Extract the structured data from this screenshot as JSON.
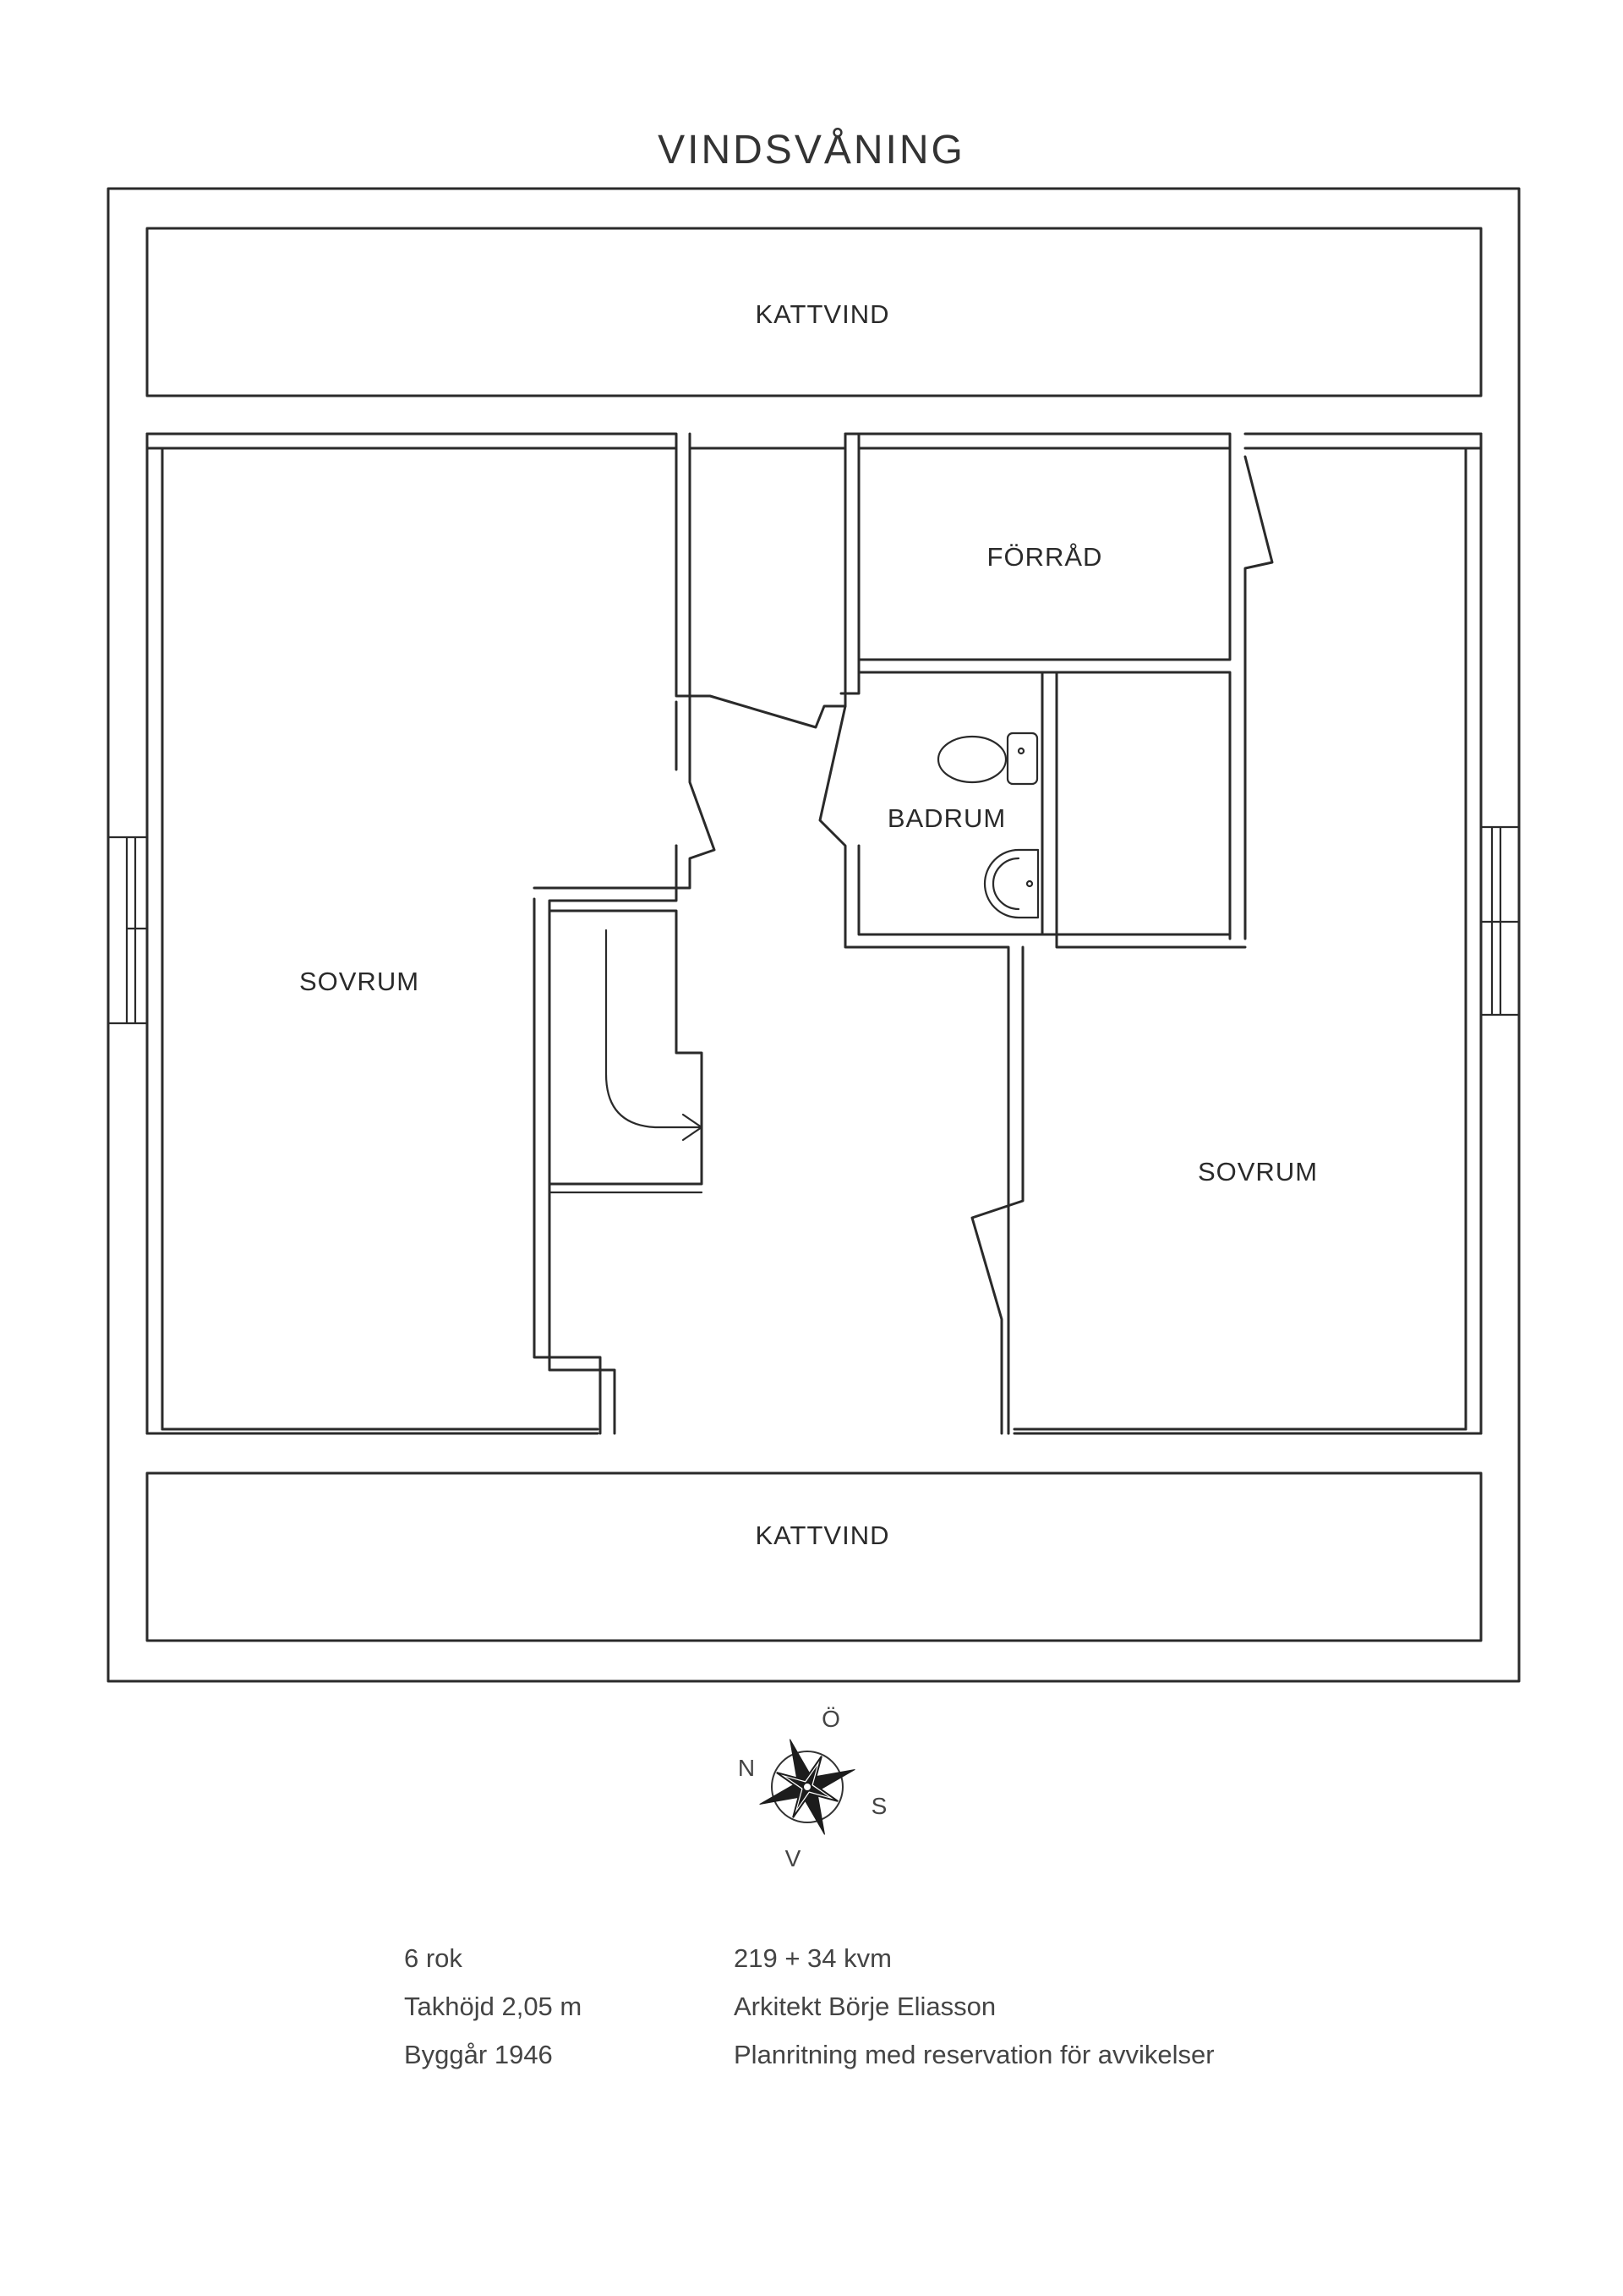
{
  "title": "VINDSVÅNING",
  "rooms": {
    "kattvind_top": "KATTVIND",
    "forrad": "FÖRRÅD",
    "badrum": "BADRUM",
    "sovrum_left": "SOVRUM",
    "sovrum_right": "SOVRUM",
    "kattvind_bottom": "KATTVIND"
  },
  "compass": {
    "east": "Ö",
    "north": "N",
    "south": "S",
    "west": "V"
  },
  "info": {
    "left": [
      "6 rok",
      "Takhöjd 2,05 m",
      "Byggår 1946"
    ],
    "right": [
      "219 + 34 kvm",
      "Arkitekt Börje Eliasson",
      "Planritning med reservation för avvikelser"
    ]
  }
}
